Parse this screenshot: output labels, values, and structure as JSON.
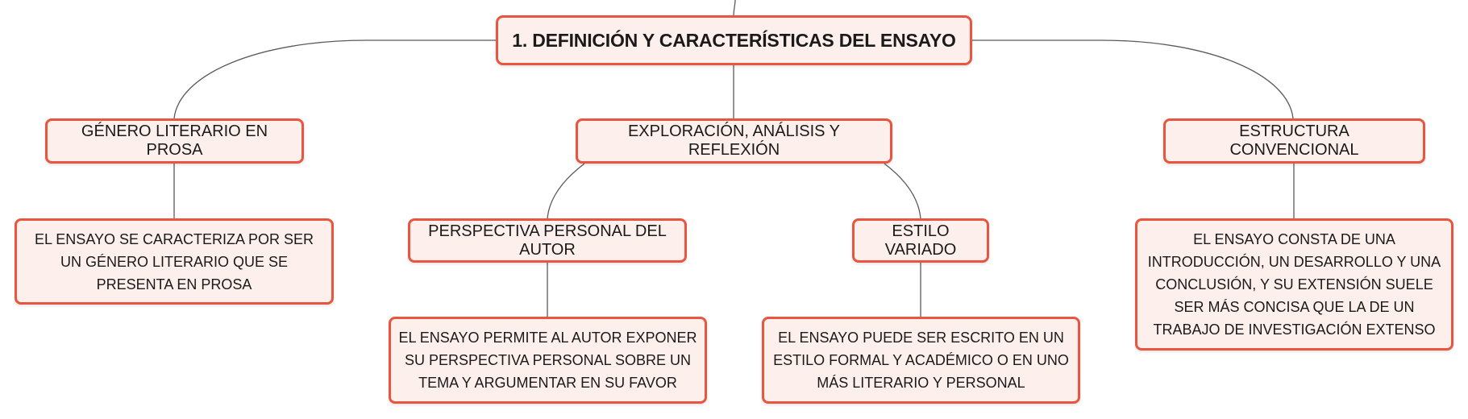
{
  "mindmap": {
    "root": {
      "label": "1. DEFINICIÓN Y CARACTERÍSTICAS DEL ENSAYO"
    },
    "branches": [
      {
        "label": "GÉNERO LITERARIO EN PROSA",
        "detail": "EL ENSAYO SE CARACTERIZA POR SER UN GÉNERO LITERARIO QUE SE PRESENTA EN PROSA"
      },
      {
        "label": "EXPLORACIÓN, ANÁLISIS Y REFLEXIÓN",
        "children": [
          {
            "label": "PERSPECTIVA PERSONAL DEL AUTOR",
            "detail": "EL ENSAYO PERMITE AL AUTOR EXPONER SU PERSPECTIVA PERSONAL SOBRE UN TEMA Y ARGUMENTAR EN SU FAVOR"
          },
          {
            "label": "ESTILO VARIADO",
            "detail": "EL ENSAYO PUEDE SER ESCRITO EN UN ESTILO FORMAL Y ACADÉMICO O EN UNO MÁS LITERARIO Y PERSONAL"
          }
        ]
      },
      {
        "label": "ESTRUCTURA CONVENCIONAL",
        "detail": "EL ENSAYO CONSTA DE UNA INTRODUCCIÓN, UN DESARROLLO Y UNA CONCLUSIÓN, Y SU EXTENSIÓN SUELE SER MÁS CONCISA QUE LA DE UN TRABAJO DE INVESTIGACIÓN EXTENSO"
      }
    ]
  },
  "colors": {
    "node_border": "#e9553f",
    "node_fill": "#fdf0ec",
    "connector": "#5a5a5a",
    "text": "#1a1a1a"
  }
}
